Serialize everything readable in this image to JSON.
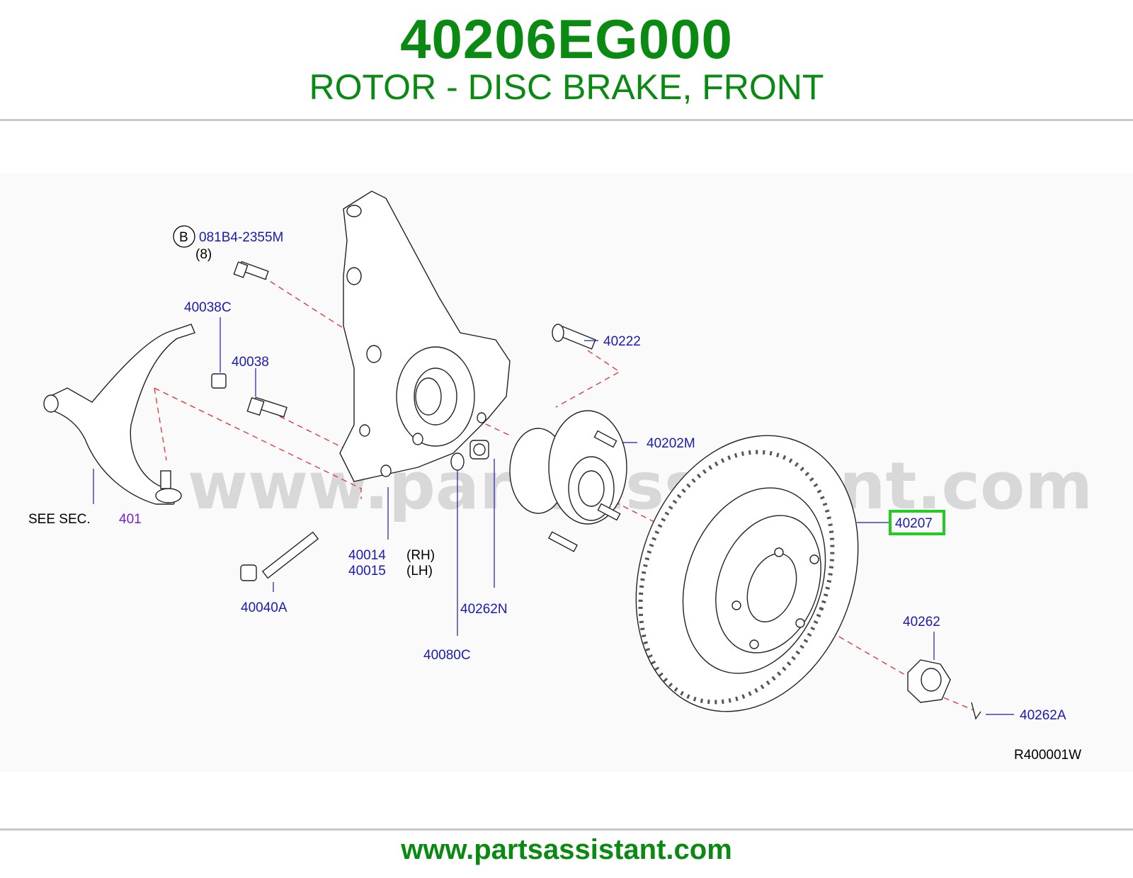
{
  "header": {
    "part_number": "40206EG000",
    "description": "ROTOR - DISC BRAKE, FRONT"
  },
  "diagram": {
    "watermark": "www.partsassistant.com",
    "labels": {
      "bolt_b": "B",
      "bolt_b_code": "081B4-2355M",
      "bolt_b_qty": "(8)",
      "p40038c": "40038C",
      "p40038": "40038",
      "p40222": "40222",
      "p40202m": "40202M",
      "p40207": "40207",
      "see_sec": "SEE   SEC.",
      "sec_401": "401",
      "p40014": "40014",
      "rh": "(RH)",
      "p40015": "40015",
      "lh": "(LH)",
      "p40040a": "40040A",
      "p40262n": "40262N",
      "p40080c": "40080C",
      "p40262": "40262",
      "p40262a": "40262A",
      "ref_code": "R400001W"
    },
    "highlight_color": "#22cc22"
  },
  "footer": {
    "url": "www.partsassistant.com"
  }
}
